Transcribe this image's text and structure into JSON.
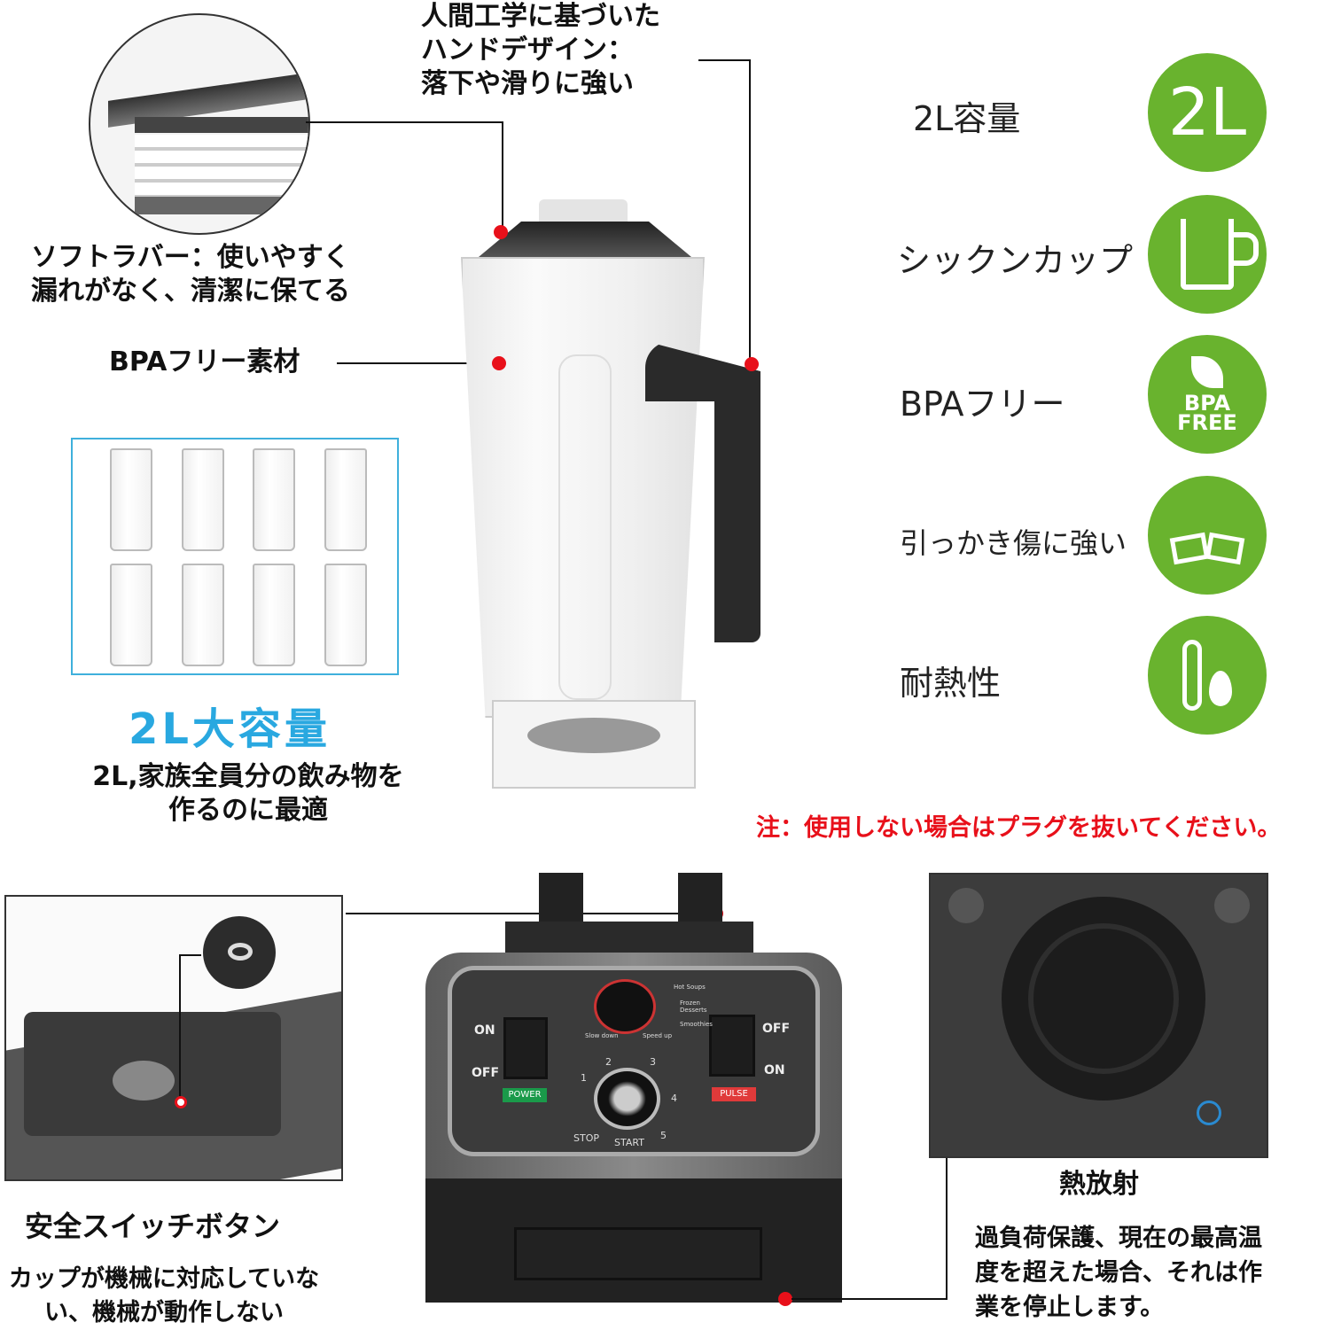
{
  "callouts": {
    "handle": [
      "人間工学に基づいた",
      "ハンドデザイン：",
      "落下や滑りに強い"
    ],
    "rubber": [
      "ソフトラバー：使いやすく",
      "漏れがなく、清潔に保てる"
    ],
    "bpa_material": "BPAフリー素材",
    "capacity_title": "2L大容量",
    "capacity_desc": [
      "2L,家族全員分の飲み物を",
      "作るのに最適"
    ]
  },
  "features": [
    {
      "label": "2L容量",
      "icon": "2l-icon",
      "icon_text": "2L"
    },
    {
      "label": "シックンカップ",
      "icon": "cup-icon"
    },
    {
      "label": "BPAフリー",
      "icon": "leaf-icon",
      "icon_text": [
        "BPA",
        "FREE"
      ]
    },
    {
      "label": "引っかき傷に強い",
      "icon": "crack-icon"
    },
    {
      "label": "耐熱性",
      "icon": "thermometer-fire-icon"
    }
  ],
  "note": "注：使用しない場合はプラグを抜いてください。",
  "safety": {
    "title": "安全スイッチボタン",
    "desc": [
      "カップが機械に対応していな",
      "い、機械が動作しない"
    ]
  },
  "heat": {
    "title": "熱放射",
    "desc": [
      "過負荷保護、現在の最高温",
      "度を超えた場合、それは作",
      "業を停止します。"
    ]
  },
  "panel": {
    "power_on": "ON",
    "power_off": "OFF",
    "power": "POWER",
    "pulse_off": "OFF",
    "pulse_on": "ON",
    "pulse": "PULSE",
    "slow": "Slow down",
    "speed": "Speed up",
    "hot": "Hot Soups",
    "frozen": "Frozen Desserts",
    "smoothies": "Smoothies",
    "stop": "STOP",
    "start": "START",
    "n1": "1",
    "n2": "2",
    "n3": "3",
    "n4": "4",
    "n5": "5"
  },
  "colors": {
    "green": "#69b32e",
    "blue": "#29a8e0",
    "red": "#e8101a",
    "power": "#1a9a4a",
    "pulse": "#e03a3a"
  }
}
